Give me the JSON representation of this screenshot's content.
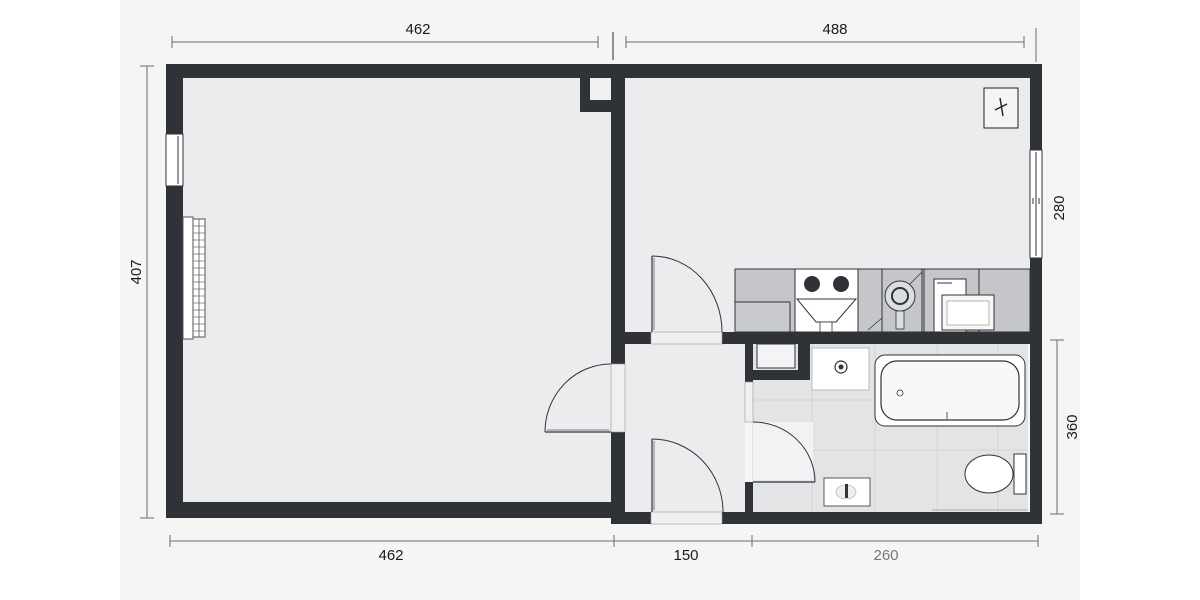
{
  "colors": {
    "wall": "#2f3338",
    "floor": "#ececee",
    "background": "#f5f5f5",
    "outer_margin": "#ffffff",
    "fixture_fill": "#ffffff",
    "cabinet_fill": "#c4c6ca",
    "tile_floor": "#e2e4e6",
    "dim_line": "#6b6b6b"
  },
  "dimensions": {
    "top_left": "462",
    "top_right": "488",
    "left_height": "407",
    "right_upper": "280",
    "right_lower": "360",
    "bottom_left": "462",
    "bottom_middle": "150",
    "bottom_right": "260"
  },
  "rooms": [
    {
      "name": "main-room",
      "label": ""
    },
    {
      "name": "kitchen-room",
      "label": ""
    },
    {
      "name": "hallway",
      "label": ""
    },
    {
      "name": "bathroom",
      "label": ""
    }
  ],
  "symbols": {
    "electrical_panel": "lightning-symbol",
    "radiator": "radiator",
    "kitchen": [
      "counter-cabinet",
      "stove-two-burner",
      "sink-round",
      "refrigerator-washer"
    ],
    "bathroom": [
      "washbasin",
      "bathtub",
      "toilet",
      "small-sink"
    ]
  }
}
